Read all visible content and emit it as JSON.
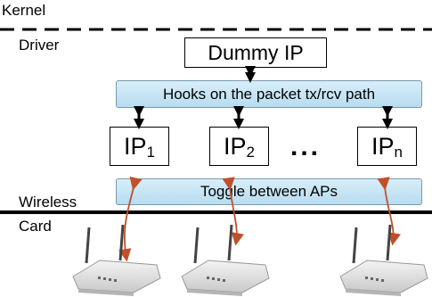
{
  "layers": {
    "kernel": "Kernel",
    "driver": "Driver",
    "wireless": "Wireless",
    "card": "Card"
  },
  "dummy_ip": "Dummy IP",
  "hooks_bar": "Hooks on the packet tx/rcv path",
  "toggle_bar": "Toggle between APs",
  "ips": [
    {
      "base": "IP",
      "sub": "1"
    },
    {
      "base": "IP",
      "sub": "2"
    },
    {
      "base": "IP",
      "sub": "n"
    }
  ],
  "ellipsis": "...",
  "colors": {
    "bar_fill": "#c7e5f5",
    "link_arrow": "#c0502a",
    "divider": "#000000"
  },
  "icons": {
    "access_point": "access-point-icon"
  }
}
